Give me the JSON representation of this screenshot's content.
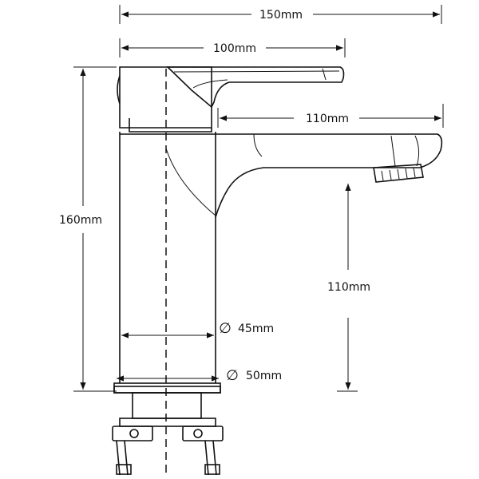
{
  "dimensions": {
    "overall_width": "150mm",
    "handle_width": "100mm",
    "spout_reach": "110mm",
    "height": "160mm",
    "spout_clearance": "110mm",
    "body_diameter": "45mm",
    "base_diameter": "50mm",
    "diameter_symbol": "∅"
  }
}
